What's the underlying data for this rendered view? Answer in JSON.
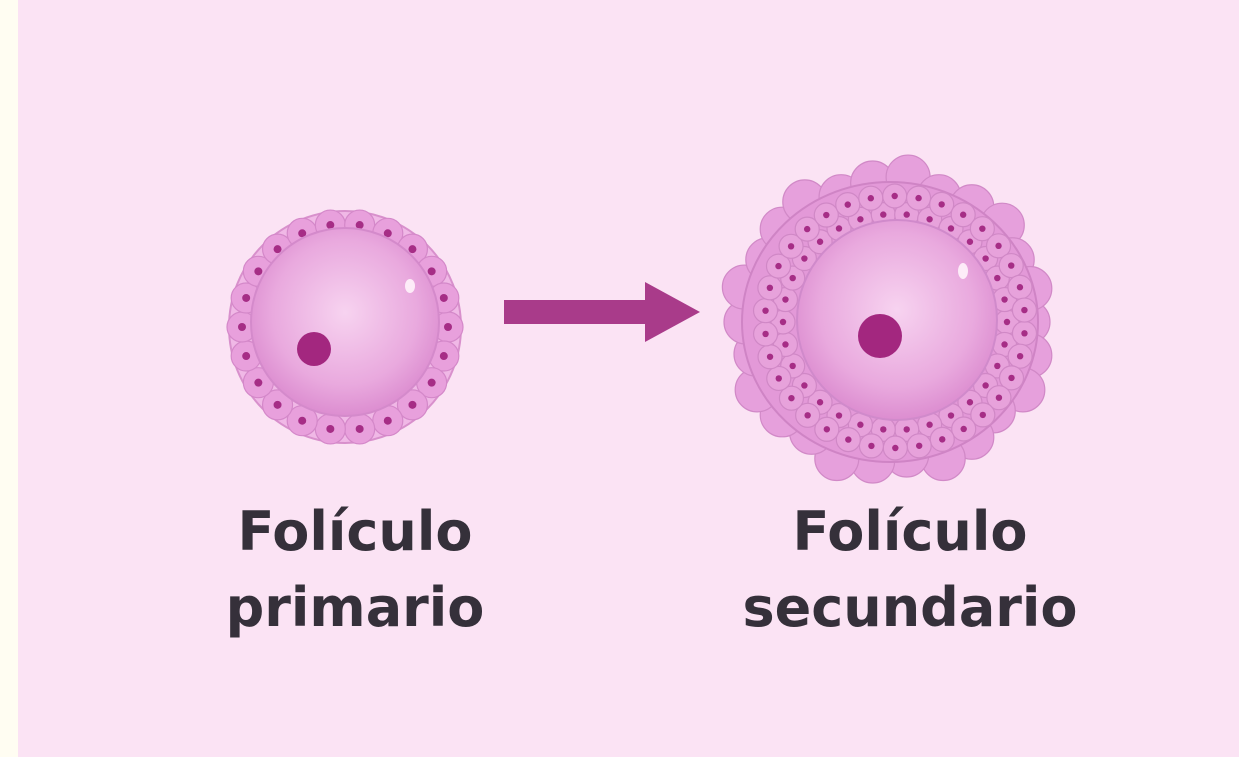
{
  "diagram": {
    "primary_follicle": {
      "label_line1": "Folículo",
      "label_line2": "primario"
    },
    "secondary_follicle": {
      "label_line1": "Folículo",
      "label_line2": "secundario"
    },
    "arrow": {
      "direction": "right"
    }
  },
  "colors": {
    "background": "#fbe3f4",
    "cell_outer": "#e69ad8",
    "cell_dot": "#a62d86",
    "oocyte_center": "#f6cbee",
    "arrow": "#a93b8a",
    "label_text": "#35303a"
  }
}
